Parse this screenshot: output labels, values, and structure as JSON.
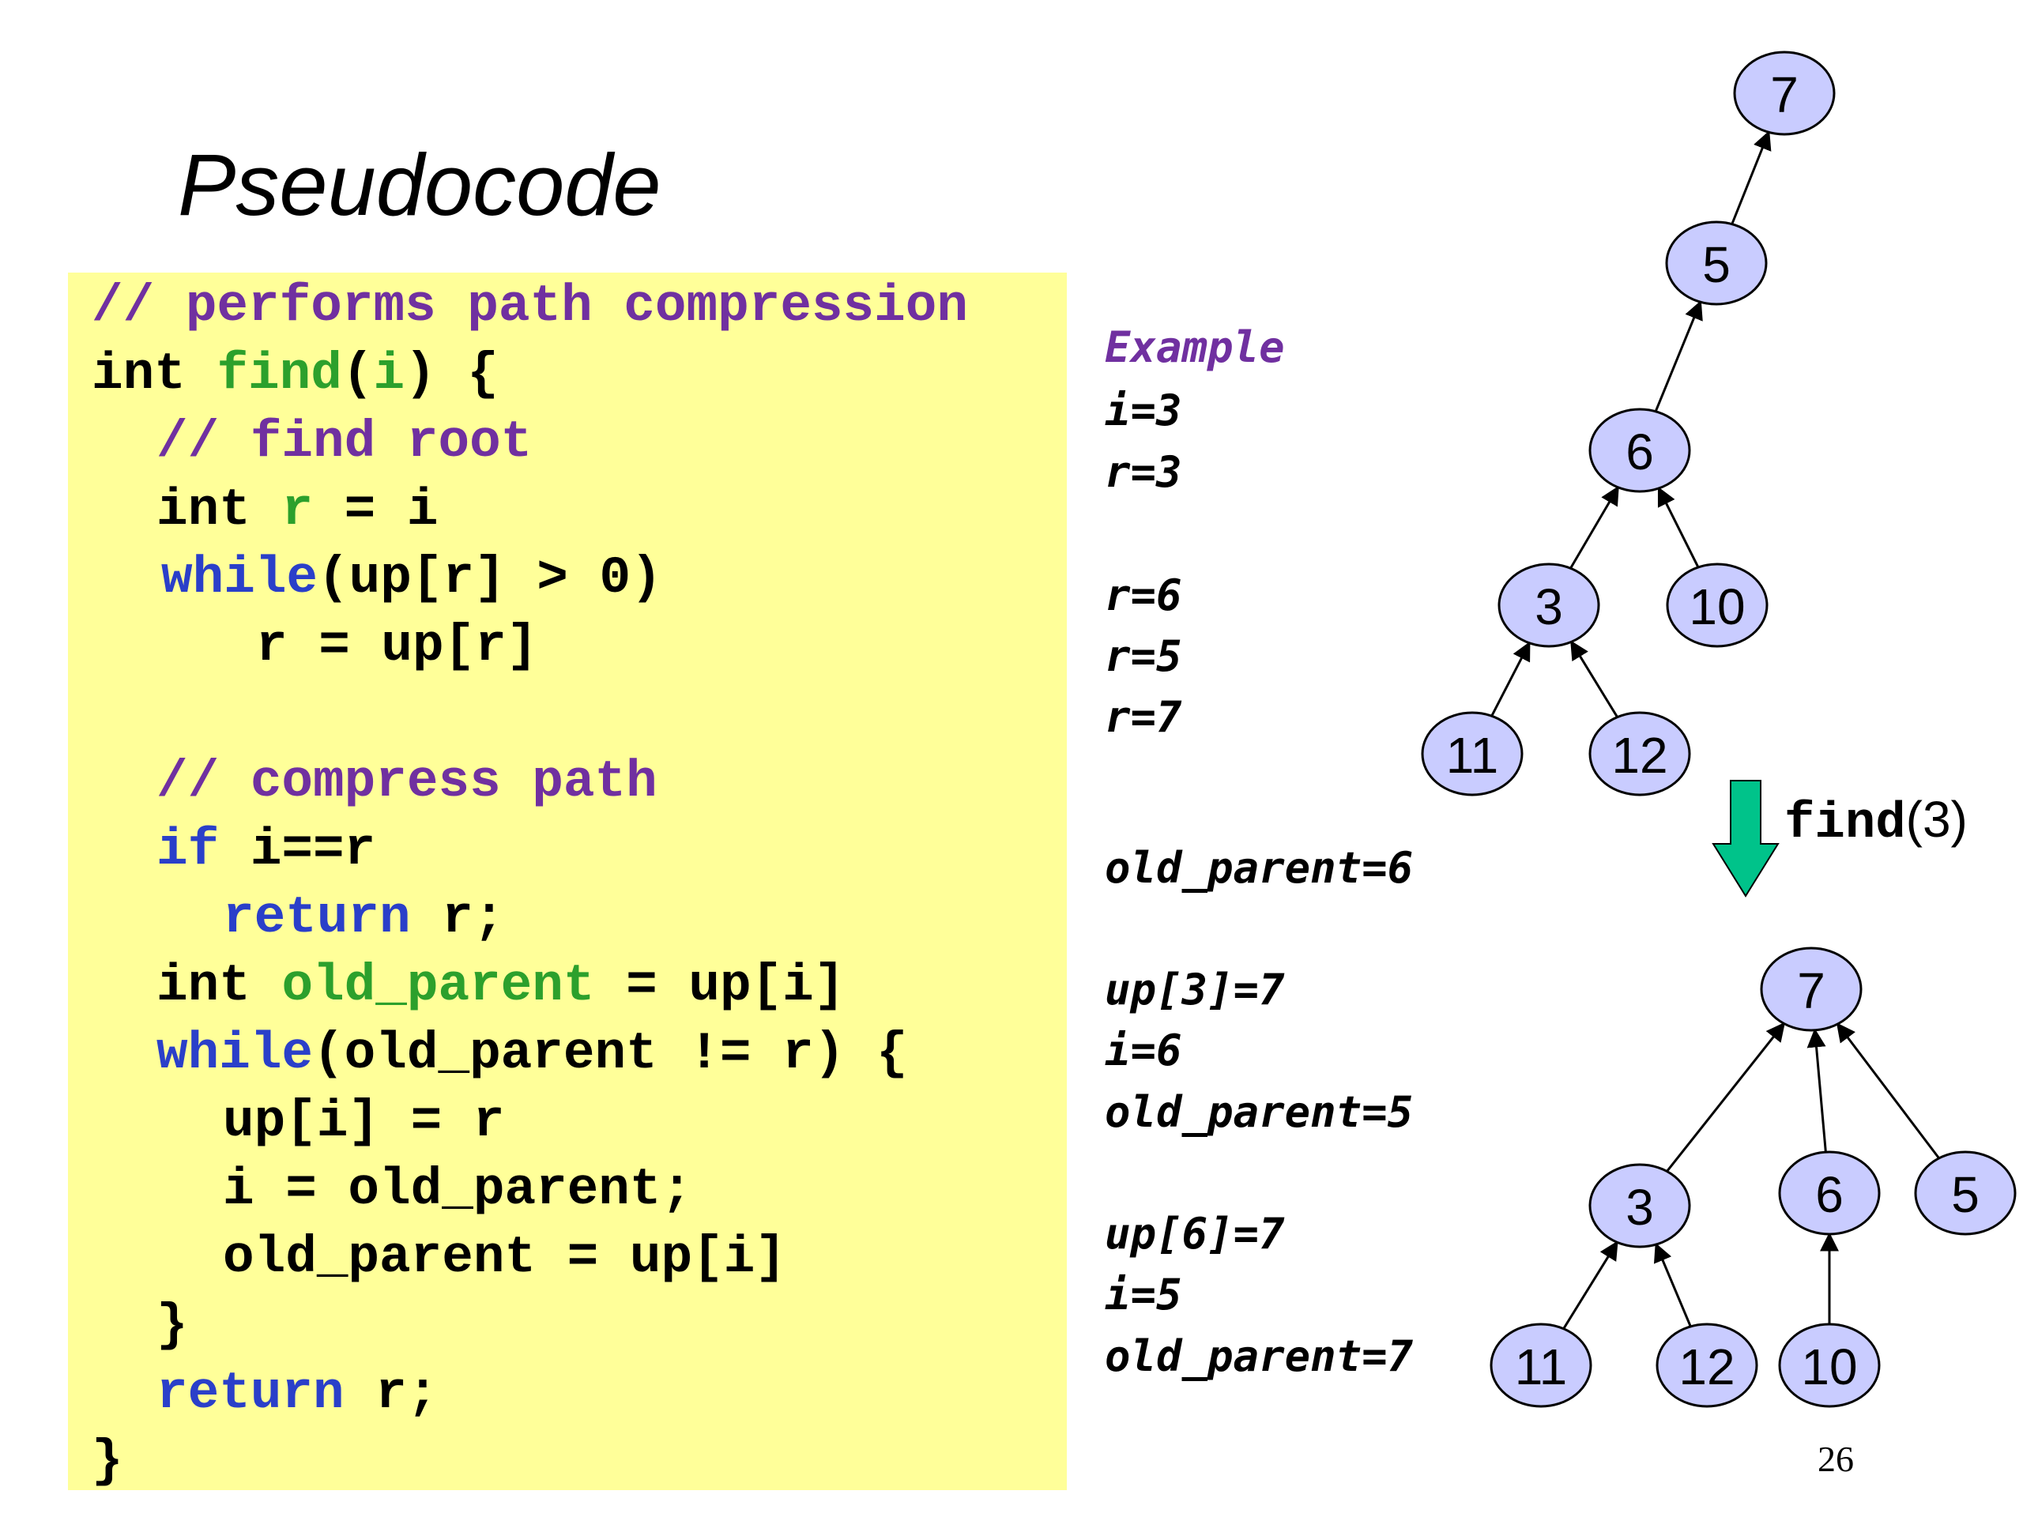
{
  "title": "Pseudocode",
  "code": {
    "l1_comment": "// performs path compression",
    "l2_type": "int ",
    "l2_fn": "find",
    "l2_p1": "(",
    "l2_arg": "i",
    "l2_p2": ") {",
    "l3_comment": "// find root",
    "l4_type": "int ",
    "l4_var": "r",
    "l4_rest": " = i",
    "l5_kw": "while",
    "l5_rest": "(up[r] > 0)",
    "l6": "r = up[r]",
    "l8_comment": "// compress path",
    "l9_kw": "if",
    "l9_rest": " i==r",
    "l10_kw": "return",
    "l10_rest": " r;",
    "l11_type": "int ",
    "l11_var": "old_parent",
    "l11_rest": " = up[i]",
    "l12_kw": "while",
    "l12_rest": "(old_parent != r) {",
    "l13": "up[i] = r",
    "l14": "i = old_parent;",
    "l15": "old_parent = up[i]",
    "l16": "}",
    "l17_kw": "return",
    "l17_rest": " r;",
    "l18": "}"
  },
  "example": {
    "heading": "Example",
    "lines": [
      "i=3",
      "r=3",
      "r=6",
      "r=5",
      "r=7",
      "old_parent=6",
      "up[3]=7",
      "i=6",
      "old_parent=5",
      "up[6]=7",
      "i=5",
      "old_parent=7"
    ]
  },
  "tree_before": {
    "nodes": [
      "7",
      "5",
      "6",
      "3",
      "10",
      "11",
      "12"
    ],
    "edges": [
      [
        "5",
        "7"
      ],
      [
        "6",
        "5"
      ],
      [
        "3",
        "6"
      ],
      [
        "10",
        "6"
      ],
      [
        "11",
        "3"
      ],
      [
        "12",
        "3"
      ]
    ]
  },
  "tree_after": {
    "nodes": [
      "7",
      "3",
      "6",
      "5",
      "11",
      "12",
      "10"
    ],
    "edges": [
      [
        "3",
        "7"
      ],
      [
        "6",
        "7"
      ],
      [
        "5",
        "7"
      ],
      [
        "11",
        "3"
      ],
      [
        "12",
        "3"
      ],
      [
        "10",
        "6"
      ]
    ]
  },
  "transition": {
    "fn": "find",
    "arg": "(3)",
    "arrow_color": "#00c38a"
  },
  "colors": {
    "code_background": "#ffff99",
    "comment": "#7030a0",
    "keyword": "#2a3fc9",
    "identifier": "#2ca02c",
    "node_fill": "#c9ccff"
  },
  "page_number": "26"
}
